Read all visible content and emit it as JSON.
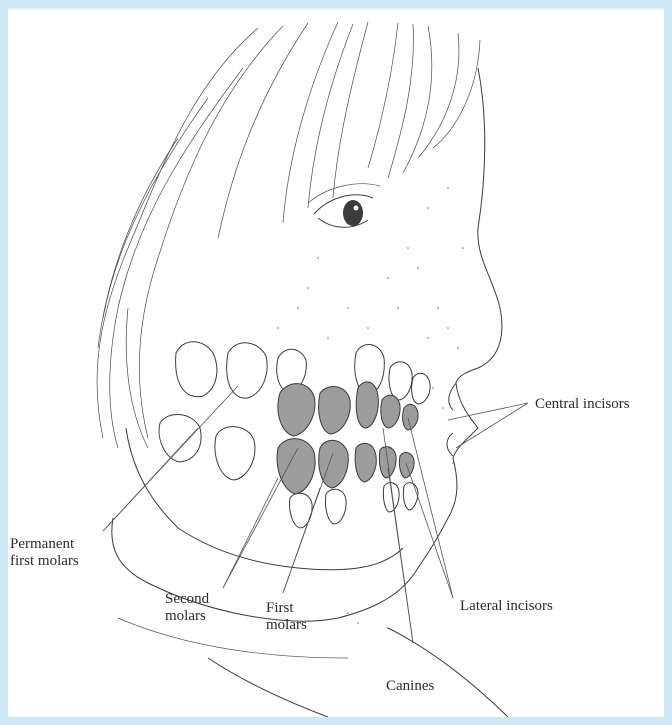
{
  "labels": {
    "central_incisors": "Central incisors",
    "permanent_first_molars_line1": "Permanent",
    "permanent_first_molars_line2": "first molars",
    "second_molars_line1": "Second",
    "second_molars_line2": "molars",
    "first_molars_line1": "First",
    "first_molars_line2": "molars",
    "lateral_incisors": "Lateral incisors",
    "canines": "Canines"
  },
  "colors": {
    "page_background": "#cfe9f4",
    "panel": "#ffffff",
    "primary_teeth_shade": "#9c9c9c",
    "ink": "#3b3b3b"
  }
}
